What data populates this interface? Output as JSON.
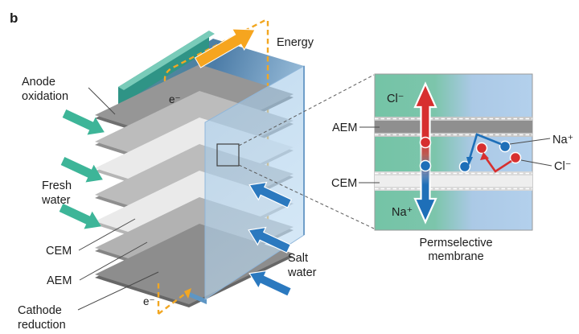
{
  "figure": {
    "panel_label": "b"
  },
  "stack": {
    "labels": {
      "anode": [
        "Anode",
        "oxidation"
      ],
      "fresh_water": [
        "Fresh",
        "water"
      ],
      "cem": "CEM",
      "aem": "AEM",
      "cathode": [
        "Cathode",
        "reduction"
      ],
      "salt_water": [
        "Salt",
        "water"
      ],
      "energy": "Energy",
      "electron_top": "e⁻",
      "electron_bottom": "e⁻"
    },
    "plates": [
      {
        "role": "anode-electrode",
        "color": "#969696",
        "edge": "#6f6f6f"
      },
      {
        "role": "aem-membrane",
        "color": "#bcbcbc",
        "edge": "#8f8f8f"
      },
      {
        "role": "cem-membrane",
        "color": "#eaeaea",
        "edge": "#b5b5b5"
      },
      {
        "role": "aem-membrane",
        "color": "#bcbcbc",
        "edge": "#8f8f8f"
      },
      {
        "role": "cem-membrane",
        "color": "#eaeaea",
        "edge": "#b5b5b5"
      },
      {
        "role": "aem-membrane",
        "color": "#b2b2b2",
        "edge": "#858585"
      },
      {
        "role": "cathode-electrode",
        "color": "#8d8d8d",
        "edge": "#676767"
      }
    ]
  },
  "inset": {
    "labels": {
      "cl_up": "Cl⁻",
      "na_down": "Na⁺",
      "aem": "AEM",
      "cem": "CEM",
      "na_right": "Na⁺",
      "cl_right": "Cl⁻"
    },
    "caption": [
      "Permselective",
      "membrane"
    ]
  },
  "colors": {
    "green_arrow": "#3db598",
    "blue_arrow": "#2b79bf",
    "orange": "#f6a51f",
    "orange_dash": "#f2a722",
    "red_ion": "#d72f2f",
    "blue_ion": "#1e6fb8",
    "teal_wall_front": "#2f9486",
    "teal_wall_top": "#79cbb9",
    "aem_band_core": "#8f8f8f",
    "cem_band_core": "#eeeeee"
  }
}
